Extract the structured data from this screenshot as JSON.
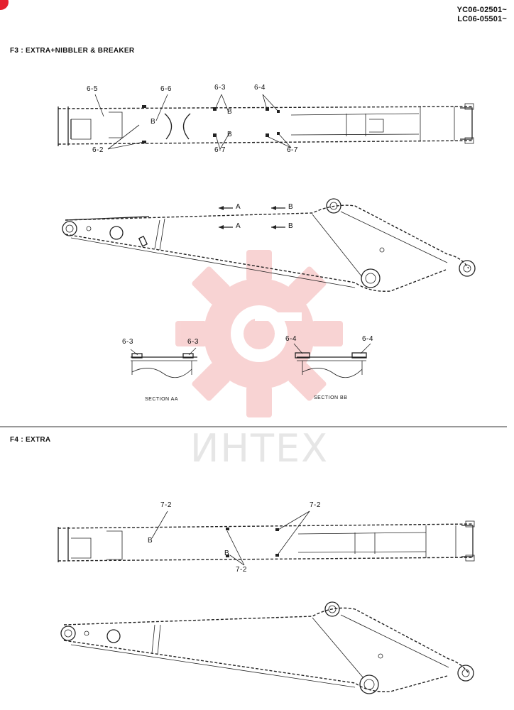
{
  "header": {
    "serial_1": "YC06-02501~",
    "serial_2": "LC06-05501~"
  },
  "brand": {
    "watermark_text": "ИНТЕХ",
    "watermark_color": "#f5c9c9",
    "badge_color": "#e5202e"
  },
  "section_f3": {
    "title": "F3 : EXTRA+NIBBLER & BREAKER",
    "labels": {
      "l_6_5": "6-5",
      "l_6_6": "6-6",
      "l_6_3": "6-3",
      "l_6_4": "6-4",
      "l_6_2": "6-2",
      "l_6_7a": "6-7",
      "l_6_7b": "6-7",
      "arrow_a1": "A",
      "arrow_a2": "A",
      "arrow_b1": "B",
      "arrow_b2": "B",
      "mark_b1": "B",
      "mark_b2": "B",
      "mark_b3": "B"
    },
    "section_aa": {
      "label_left": "6-3",
      "label_right": "6-3",
      "caption": "SECTION AA"
    },
    "section_bb": {
      "label_left": "6-4",
      "label_right": "6-4",
      "caption": "SECTION BB"
    }
  },
  "section_f4": {
    "title": "F4 : EXTRA",
    "labels": {
      "l_7_2a": "7-2",
      "l_7_2b": "7-2",
      "l_7_2c": "7-2",
      "mark_b1": "B",
      "mark_b2": "B"
    }
  }
}
